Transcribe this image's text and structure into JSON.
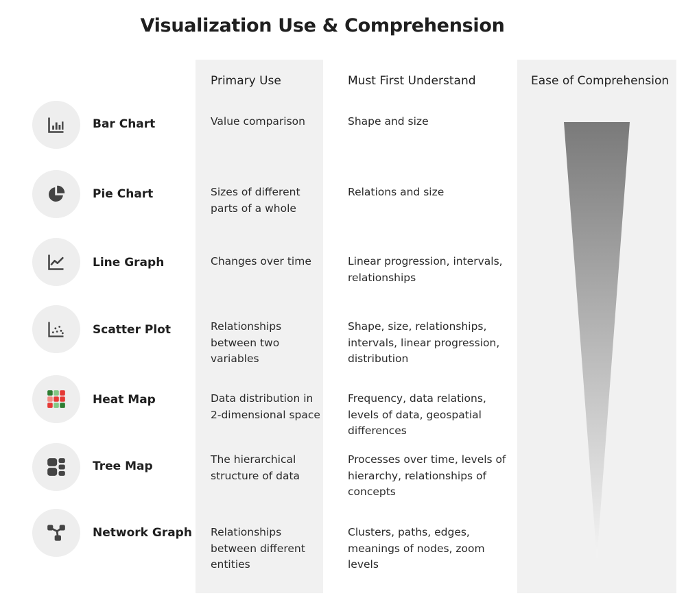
{
  "title": "Visualization Use & Comprehension",
  "headers": {
    "primary_use": "Primary Use",
    "must_first_understand": "Must First Understand",
    "ease_of_comprehension": "Ease of Comprehension"
  },
  "colors": {
    "triangle_top": "#7a7a7a",
    "triangle_bottom": "#f4f4f4",
    "column_band": "#f1f1f1",
    "icon_circle": "#eeeeee",
    "icon": "#444444",
    "heat_red": "#e53935",
    "heat_pink": "#f28b82",
    "heat_green": "#2e7d32",
    "heat_light_green": "#81c784"
  },
  "rows": [
    {
      "icon": "bar-chart-icon",
      "label": "Bar Chart",
      "primary_use": "Value comparison",
      "must_first_understand": "Shape and size"
    },
    {
      "icon": "pie-chart-icon",
      "label": "Pie Chart",
      "primary_use": "Sizes of different parts of a whole",
      "must_first_understand": "Relations and size"
    },
    {
      "icon": "line-graph-icon",
      "label": "Line Graph",
      "primary_use": "Changes over time",
      "must_first_understand": "Linear progression, intervals, relationships"
    },
    {
      "icon": "scatter-plot-icon",
      "label": "Scatter Plot",
      "primary_use": "Relationships between two variables",
      "must_first_understand": "Shape, size, relationships, intervals, linear progression, distribution"
    },
    {
      "icon": "heat-map-icon",
      "label": "Heat Map",
      "primary_use": "Data distribution in 2-dimensional space",
      "must_first_understand": "Frequency, data relations, levels of data, geospatial differences"
    },
    {
      "icon": "tree-map-icon",
      "label": "Tree Map",
      "primary_use": "The hierarchical structure of data",
      "must_first_understand": "Processes over time, levels of hierarchy, relationships of concepts"
    },
    {
      "icon": "network-graph-icon",
      "label": "Network Graph",
      "primary_use": "Relationships between different entities",
      "must_first_understand": "Clusters, paths, edges, meanings of nodes, zoom levels"
    }
  ]
}
